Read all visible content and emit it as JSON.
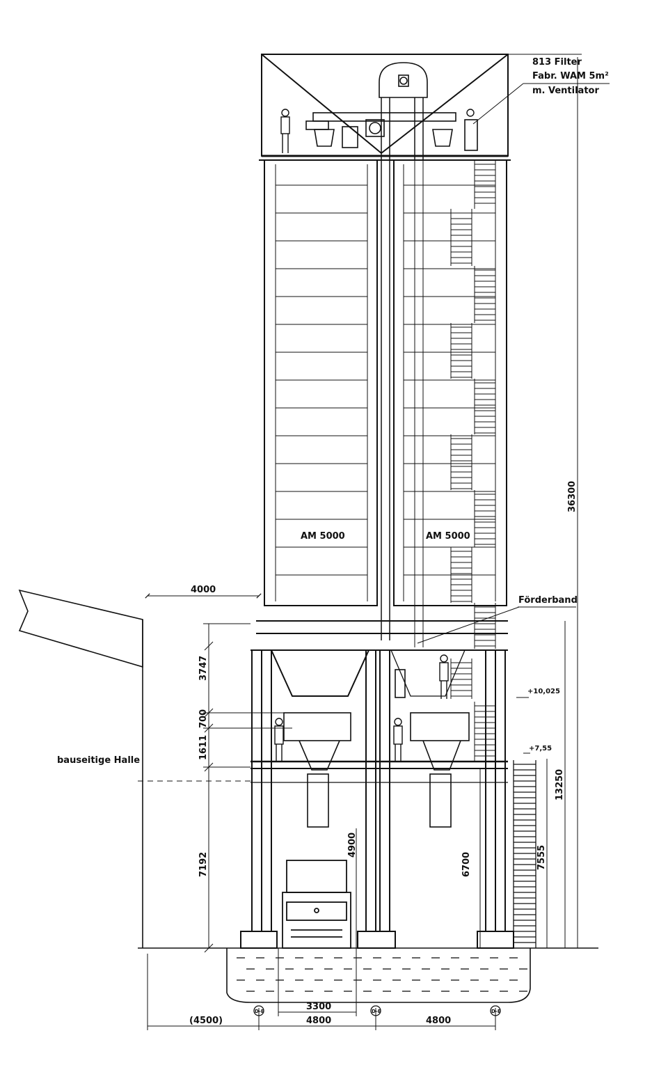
{
  "notes": {
    "filter_line1": "813 Filter",
    "filter_line2": "Fabr. WAM 5m²",
    "filter_line3": "m. Ventilator",
    "silo_left": "AM 5000",
    "silo_right": "AM 5000",
    "conveyor": "Förderband",
    "hall": "bauseitige Halle",
    "level_upper": "+10,025",
    "level_lower": "+7,55"
  },
  "dimensions": {
    "hall_width": "4000",
    "hopper_height": "3747",
    "platform_height": "700",
    "mixer_height": "1611",
    "clearance_left": "7192",
    "truck_clearance": "4900",
    "clearance_right": "6700",
    "lower_height": "13250",
    "stair_height": "7555",
    "total_height": "36300",
    "truck_width": "3300",
    "bay_outer": "(4500)",
    "bay_left": "4800",
    "bay_right": "4800"
  },
  "axis_markers": [
    "D-E",
    "D-E",
    "D-E"
  ]
}
